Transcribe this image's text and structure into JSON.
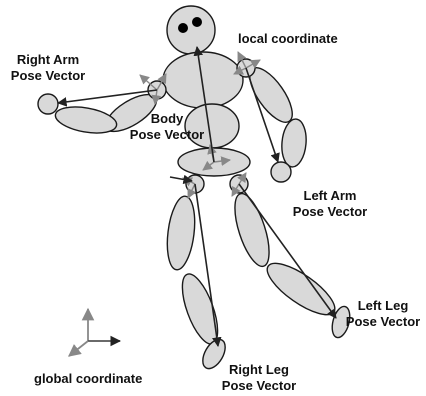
{
  "labels": {
    "right_arm": [
      "Right Arm",
      "Pose Vector"
    ],
    "body": [
      "Body",
      "Pose Vector"
    ],
    "left_arm": [
      "Left Arm",
      "Pose Vector"
    ],
    "left_leg": [
      "Left Leg",
      "Pose Vector"
    ],
    "right_leg": [
      "Right Leg",
      "Pose Vector"
    ],
    "local_coordinate": "local coordinate",
    "global_coordinate": "global coordinate"
  },
  "colors": {
    "limb_fill": "#d9d9d9",
    "outline": "#1a1a1a",
    "vector": "#222222",
    "axis": "#7f7f7f"
  },
  "icons": [
    "head",
    "joint",
    "axis-gizmo",
    "pose-vector-arrow"
  ]
}
